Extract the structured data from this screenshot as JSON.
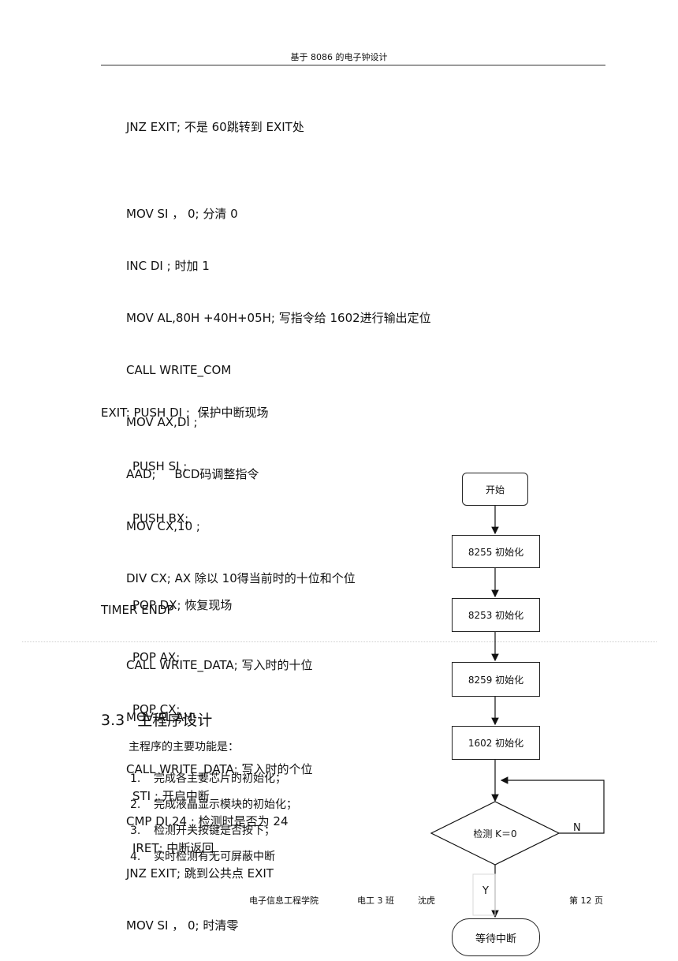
{
  "header": {
    "title": "基于 8086 的电子钟设计"
  },
  "code_lines": [
    "JNZ EXIT; 不是 60跳转到 EXIT处",
    "",
    "MOV SI ， 0; 分清 0",
    "INC DI ; 时加 1",
    "MOV AL,80H +40H+05H; 写指令给 1602进行输出定位",
    "CALL WRITE_COM",
    "MOV AX,DI ;",
    "AAD;     BCD码调整指令",
    "MOV CX,10 ;",
    "DIV CX; AX 除以 10得当前时的十位和个位",
    "",
    "CALL WRITE_DATA; 写入时的十位",
    "MOV AL,AH;",
    "CALL WRITE_DATA; 写入时的个位",
    "CMP DI,24 ; 检测时是否为 24",
    "JNZ EXIT; 跳到公共点 EXIT",
    "MOV SI ， 0; 时清零"
  ],
  "exit_block": {
    "first": "EXIT: PUSH DI ;  保护中断现场",
    "lines": [
      "PUSH SI ;",
      "PUSH BX;",
      "",
      "POP DX; 恢复现场",
      "POP AX;",
      "POP CX;",
      "",
      "STI ; 开启中断",
      "IRET; 中断返回"
    ]
  },
  "timer_endp": "TIMER ENDP",
  "section": {
    "number": "3.3",
    "title": "主程序设计",
    "intro": "主程序的主要功能是：",
    "items": [
      {
        "n": "1.",
        "text": "完成各主要芯片的初始化；"
      },
      {
        "n": "2.",
        "text": "完成液晶显示模块的初始化；"
      },
      {
        "n": "3.",
        "text": "检测开关按键是否按下；"
      },
      {
        "n": "4.",
        "text": "实时检测有无可屏蔽中断"
      }
    ]
  },
  "flowchart": {
    "start": "开始",
    "init_8255": "8255 初始化",
    "init_8253": "8253 初始化",
    "init_8259": "8259 初始化",
    "init_1602": "1602 初始化",
    "decision": "检测  K＝0",
    "no_label": "N",
    "yes_label": "Y",
    "wait": "等待中断"
  },
  "footer": {
    "college": "电子信息工程学院",
    "class": "电工 3 班",
    "name": "沈虎",
    "page": "第 12 页"
  }
}
